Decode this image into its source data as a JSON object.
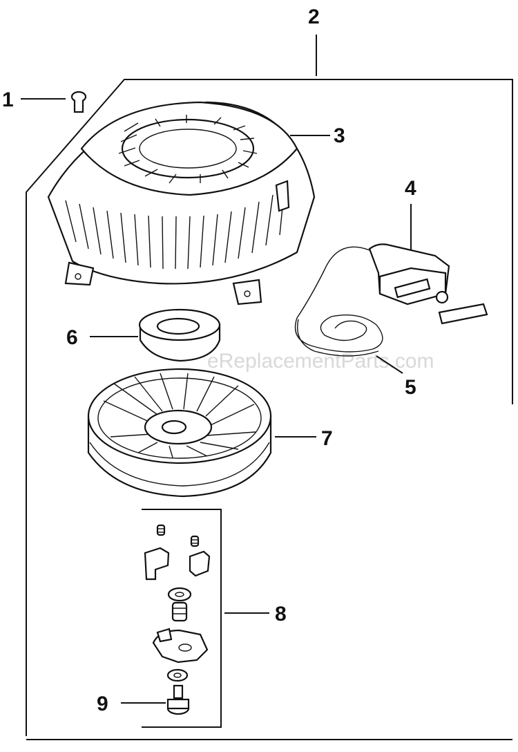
{
  "watermark": "eReplacementParts.com",
  "callouts": [
    {
      "id": "1",
      "part": "screw"
    },
    {
      "id": "2",
      "part": "recoil-starter-assembly"
    },
    {
      "id": "3",
      "part": "starter-housing"
    },
    {
      "id": "4",
      "part": "starter-handle"
    },
    {
      "id": "5",
      "part": "starter-rope"
    },
    {
      "id": "6",
      "part": "recoil-spring"
    },
    {
      "id": "7",
      "part": "rope-pulley"
    },
    {
      "id": "8",
      "part": "pawl-kit"
    },
    {
      "id": "9",
      "part": "center-screw"
    }
  ]
}
